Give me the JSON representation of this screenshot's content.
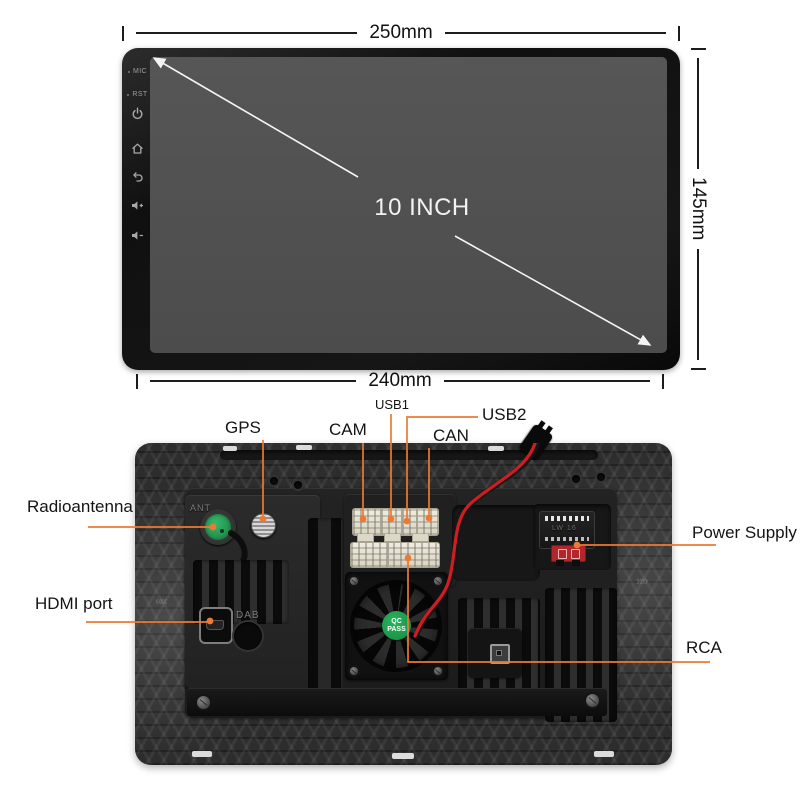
{
  "front": {
    "screen_size_label": "10 INCH",
    "dim_top": "250mm",
    "dim_right": "145mm",
    "dim_bottom": "240mm",
    "controls": {
      "mic_label": "MIC",
      "rst_label": "RST",
      "icons": [
        "power-icon",
        "home-icon",
        "back-icon",
        "volume-up-icon",
        "volume-down-icon"
      ]
    }
  },
  "back": {
    "port_labels": {
      "gps": "GPS",
      "cam": "CAM",
      "usb1": "USB1",
      "usb2": "USB2",
      "can": "CAN",
      "radioantenna": "Radioantenna",
      "hdmi": "HDMI port",
      "power_supply": "Power Supply",
      "rca": "RCA"
    },
    "embossed": {
      "ant": "ANT",
      "dab": "DAB",
      "power_plug": "LW 16"
    },
    "qc_sticker": {
      "line1": "QC",
      "line2": "PASS"
    }
  },
  "colors": {
    "leader_line": "#ED7A33",
    "screen_gray": "#505050",
    "qc_green": "#1FA24F",
    "antenna_green": "#2AA05A",
    "wire_red": "#CF1D24"
  }
}
